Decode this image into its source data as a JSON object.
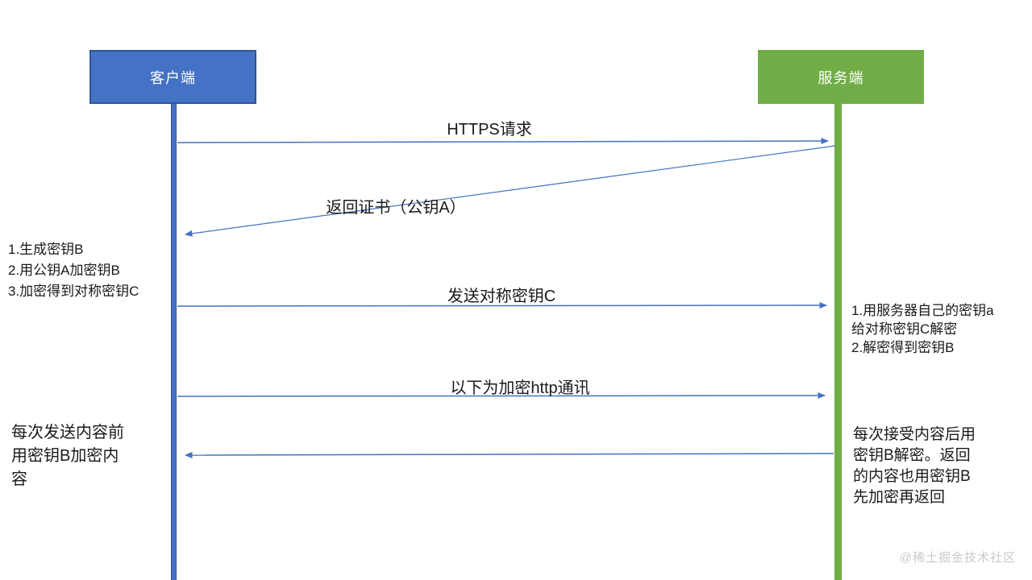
{
  "diagram": {
    "type": "sequence",
    "topic": "HTTPS encrypted communication handshake",
    "colors": {
      "client_fill": "#4472C4",
      "client_border": "#2F5597",
      "server_fill": "#70AD47",
      "arrow": "#4472C4",
      "text": "#1a1a1a",
      "watermark": "#c9c9c9"
    },
    "actors": [
      {
        "id": "client",
        "label": "客户端"
      },
      {
        "id": "server",
        "label": "服务端"
      }
    ],
    "messages": [
      {
        "label": "HTTPS请求",
        "from": "client",
        "to": "server"
      },
      {
        "label": "返回证书（公钥A）",
        "from": "server",
        "to": "client"
      },
      {
        "label": "发送对称密钥C",
        "from": "client",
        "to": "server"
      },
      {
        "label": "以下为加密http通讯",
        "from": "client",
        "to": "server"
      },
      {
        "label": "",
        "from": "server",
        "to": "client"
      }
    ],
    "notes": [
      {
        "side": "left",
        "lines": [
          "1.生成密钥B",
          "2.用公钥A加密钥B",
          "3.加密得到对称密钥C"
        ]
      },
      {
        "side": "right",
        "lines": [
          "1.用服务器自己的密钥a",
          "给对称密钥C解密",
          "2.解密得到密钥B"
        ]
      },
      {
        "side": "left",
        "lines": [
          "每次发送内容前",
          "用密钥B加密内",
          "容"
        ]
      },
      {
        "side": "right",
        "lines": [
          "每次接受内容后用",
          "密钥B解密。返回",
          "的内容也用密钥B",
          "先加密再返回"
        ]
      }
    ],
    "watermark": "@稀土掘金技术社区"
  }
}
